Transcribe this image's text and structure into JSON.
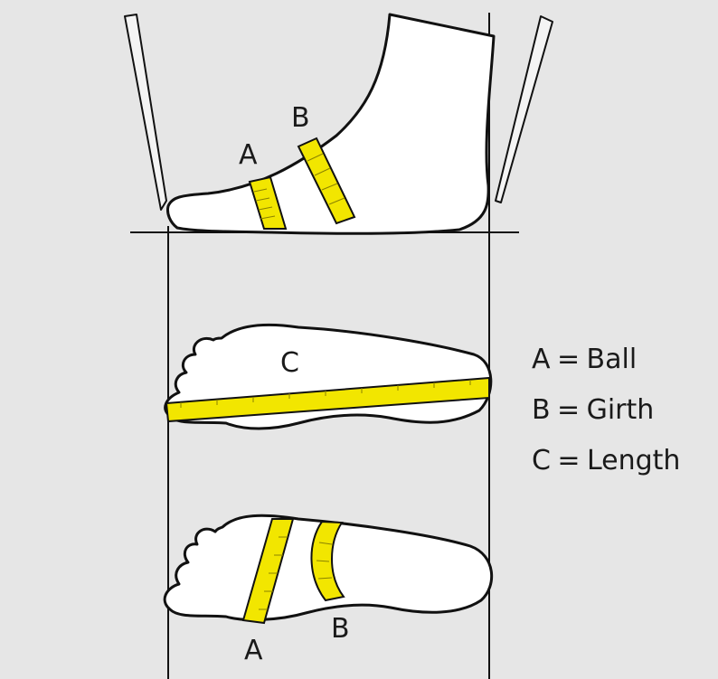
{
  "diagram": {
    "labels": {
      "side_a": "A",
      "side_b": "B",
      "top_c": "C",
      "bottom_a": "A",
      "bottom_b": "B"
    },
    "colors": {
      "background": "#e6e6e6",
      "outline": "#111111",
      "tape": "#f2e600",
      "tape_ticks": "#8a8200"
    }
  },
  "legend": {
    "items": [
      {
        "key": "A",
        "sep": "=",
        "value": "Ball"
      },
      {
        "key": "B",
        "sep": "=",
        "value": "Girth"
      },
      {
        "key": "C",
        "sep": "=",
        "value": "Length"
      }
    ]
  }
}
